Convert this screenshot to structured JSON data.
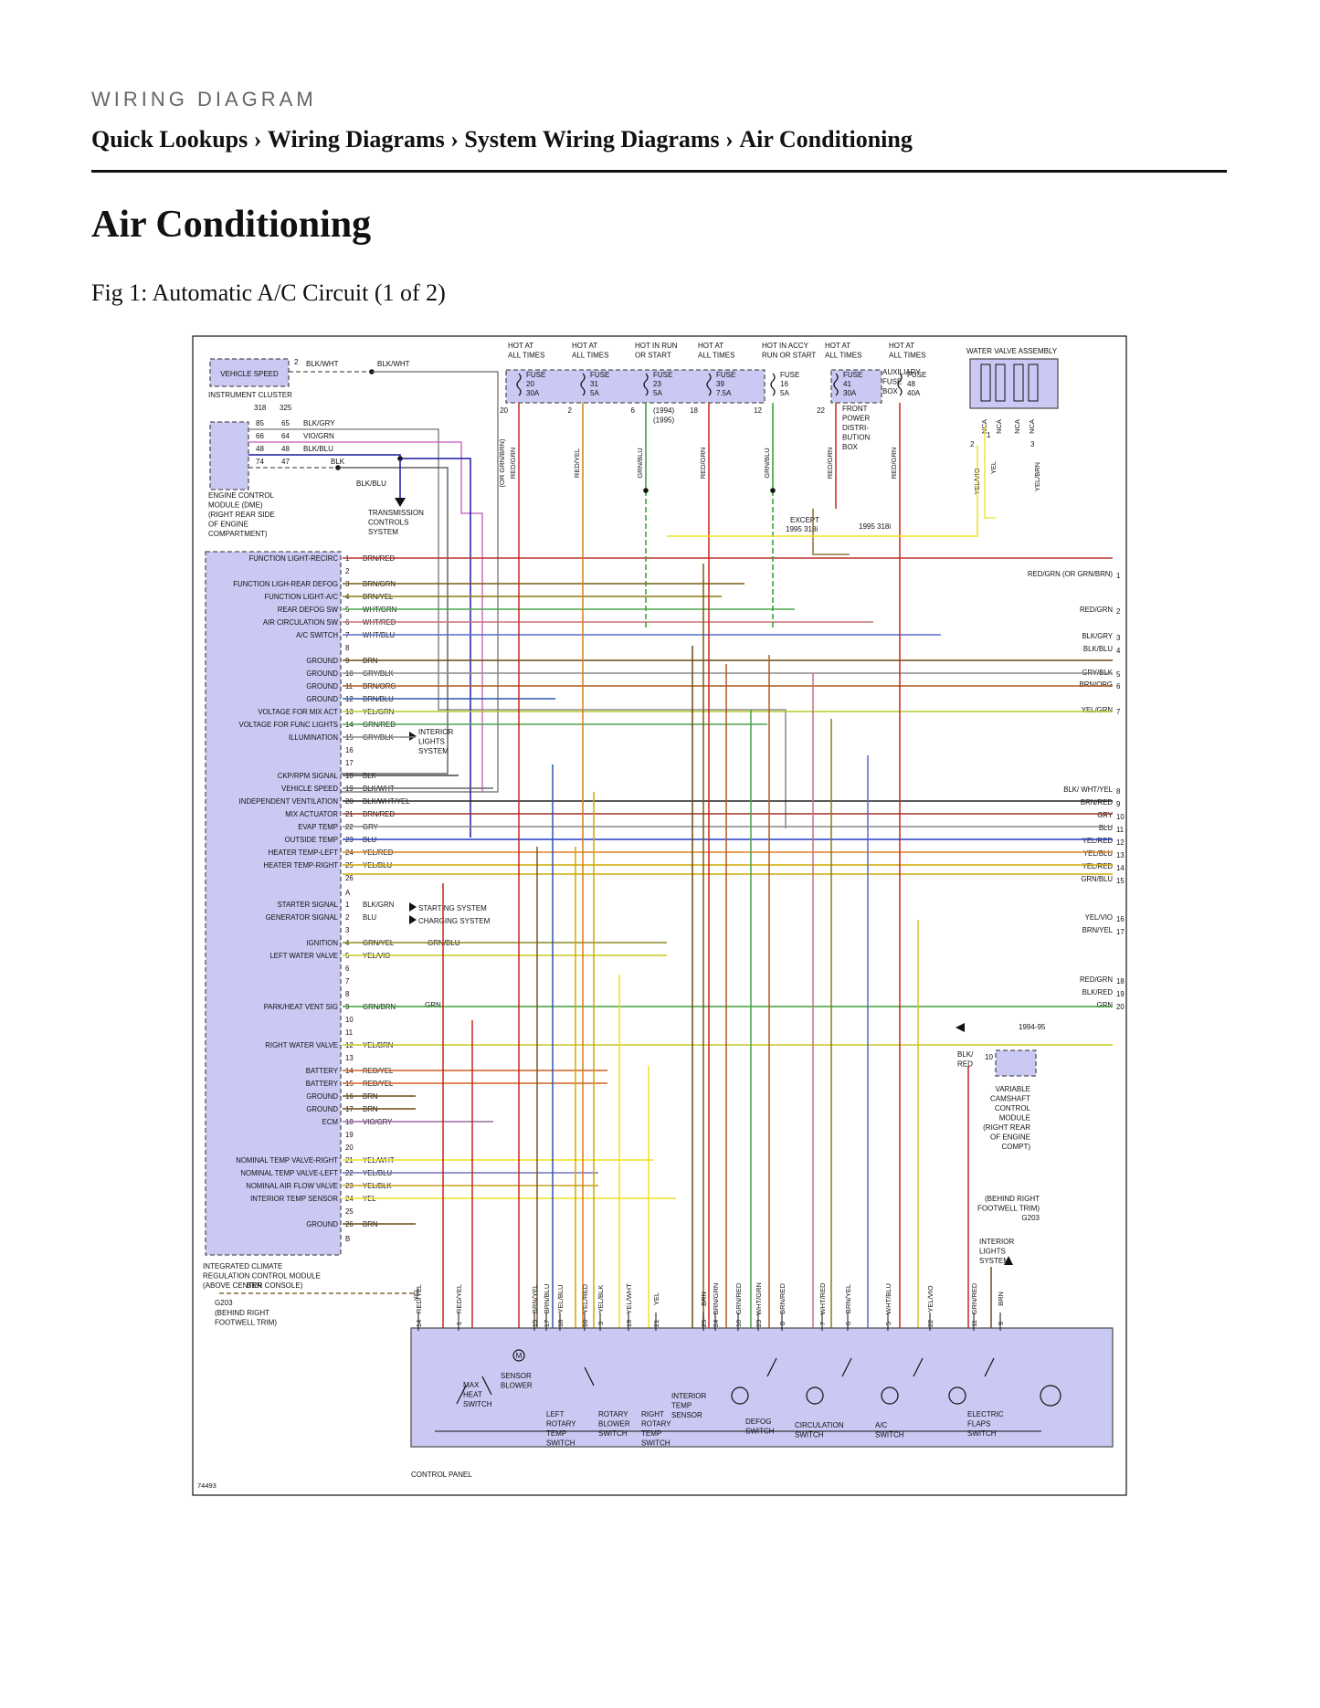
{
  "header": {
    "kicker": "WIRING DIAGRAM",
    "breadcrumb": [
      "Quick Lookups",
      "Wiring Diagrams",
      "System Wiring Diagrams",
      "Air Conditioning"
    ],
    "separator": " › "
  },
  "page_title": "Air Conditioning",
  "figure_caption": "Fig 1: Automatic A/C Circuit (1 of 2)",
  "diagram": {
    "figure_number": "74493",
    "top_labels": {
      "vehicle_speed": "VEHICLE SPEED",
      "instrument_cluster": "INSTRUMENT CLUSTER",
      "ecm_title": [
        "ENGINE CONTROL",
        "MODULE (DME)",
        "(RIGHT REAR SIDE",
        "OF ENGINE",
        "COMPARTMENT)"
      ],
      "tcs": [
        "TRANSMISSION",
        "CONTROLS",
        "SYSTEM"
      ],
      "water_valve": "WATER VALVE ASSEMBLY",
      "aux_fuse": [
        "AUXILIARY",
        "FUSE",
        "BOX"
      ],
      "front_power": [
        "FRONT",
        "POWER",
        "DISTRI-",
        "BUTION",
        "BOX"
      ],
      "except": "EXCEPT",
      "y1995a": "1995 318i",
      "y1995b": "1995 318i",
      "ecm_pins": [
        {
          "a": "85",
          "b": "65",
          "c": "BLK/GRY"
        },
        {
          "a": "66",
          "b": "64",
          "c": "VIO/GRN"
        },
        {
          "a": "48",
          "b": "48",
          "c": "BLK/BLU"
        },
        {
          "a": "74",
          "b": "47",
          "c": "BLK"
        }
      ],
      "cluster_pins": [
        "318",
        "325"
      ],
      "blk": "BLK",
      "blkblu": "BLK/BLU",
      "blkwht_a": "BLK/WHT",
      "blkwht_b": "BLK/WHT",
      "pin2": "2"
    },
    "fuses": [
      {
        "hot": [
          "HOT AT",
          "ALL TIMES"
        ],
        "num": "20",
        "amp": "30A",
        "pin": "20",
        "wire": "RED/GRN"
      },
      {
        "hot": [
          "HOT AT",
          "ALL TIMES"
        ],
        "num": "31",
        "amp": "5A",
        "pin": "2",
        "wire": "RED/YEL"
      },
      {
        "hot": [
          "HOT IN RUN",
          "OR START"
        ],
        "num": "23",
        "amp": "5A",
        "pin": "6",
        "wire": "GRN/BLU"
      },
      {
        "hot": [
          "HOT AT",
          "ALL TIMES"
        ],
        "num": "39",
        "amp": "7.5A",
        "pin": "18",
        "wire": "RED/GRN"
      },
      {
        "hot": [
          "HOT IN ACCY",
          "RUN OR START"
        ],
        "num": "16",
        "amp": "5A",
        "pin": "12",
        "wire": "GRN/BLU"
      },
      {
        "hot": [
          "HOT AT",
          "ALL TIMES"
        ],
        "num": "41",
        "amp": "30A",
        "pin": "22",
        "wire": "RED/GRN"
      },
      {
        "hot": [
          "HOT AT",
          "ALL TIMES"
        ],
        "num": "48",
        "amp": "40A",
        "pin": "",
        "wire": "RED/GRN"
      }
    ],
    "fuse_word": "FUSE",
    "fuse_sub": [
      "(1994)",
      "(1995)"
    ],
    "module": {
      "title": [
        "INTEGRATED CLIMATE",
        "REGULATION CONTROL MODULE",
        "(ABOVE CENTER CONSOLE)"
      ],
      "connector_a_rows": [
        {
          "pin": "1",
          "label": "FUNCTION LIGHT-RECIRC",
          "wire": "BRN/RED"
        },
        {
          "pin": "2",
          "label": "",
          "wire": ""
        },
        {
          "pin": "3",
          "label": "FUNCTION LIGH-REAR DEFOG",
          "wire": "BRN/GRN"
        },
        {
          "pin": "4",
          "label": "FUNCTION LIGHT-A/C",
          "wire": "BRN/YEL"
        },
        {
          "pin": "5",
          "label": "REAR DEFOG SW",
          "wire": "WHT/GRN"
        },
        {
          "pin": "6",
          "label": "AIR CIRCULATION SW",
          "wire": "WHT/RED"
        },
        {
          "pin": "7",
          "label": "A/C SWITCH",
          "wire": "WHT/BLU"
        },
        {
          "pin": "8",
          "label": "",
          "wire": ""
        },
        {
          "pin": "9",
          "label": "GROUND",
          "wire": "BRN"
        },
        {
          "pin": "10",
          "label": "GROUND",
          "wire": "GRY/BLK"
        },
        {
          "pin": "11",
          "label": "GROUND",
          "wire": "BRN/ORG"
        },
        {
          "pin": "12",
          "label": "GROUND",
          "wire": "BRN/BLU"
        },
        {
          "pin": "13",
          "label": "VOLTAGE FOR MIX ACT",
          "wire": "YEL/GRN"
        },
        {
          "pin": "14",
          "label": "VOLTAGE FOR FUNC LIGHTS",
          "wire": "GRN/RED"
        },
        {
          "pin": "15",
          "label": "ILLUMINATION",
          "wire": "GRY/BLK"
        },
        {
          "pin": "16",
          "label": "",
          "wire": ""
        },
        {
          "pin": "17",
          "label": "",
          "wire": ""
        },
        {
          "pin": "18",
          "label": "CKP/RPM SIGNAL",
          "wire": "BLK"
        },
        {
          "pin": "19",
          "label": "VEHICLE SPEED",
          "wire": "BLK/WHT"
        },
        {
          "pin": "20",
          "label": "INDEPENDENT VENTILATION",
          "wire": "BLK/WHT/YEL"
        },
        {
          "pin": "21",
          "label": "MIX ACTUATOR",
          "wire": "BRN/RED"
        },
        {
          "pin": "22",
          "label": "EVAP TEMP",
          "wire": "GRY"
        },
        {
          "pin": "23",
          "label": "OUTSIDE TEMP",
          "wire": "BLU"
        },
        {
          "pin": "24",
          "label": "HEATER TEMP-LEFT",
          "wire": "YEL/RED"
        },
        {
          "pin": "25",
          "label": "HEATER TEMP-RIGHT",
          "wire": "YEL/BLU"
        },
        {
          "pin": "26",
          "label": "",
          "wire": ""
        }
      ],
      "connector_a": "A",
      "connector_b": "B",
      "connector_b_rows": [
        {
          "pin": "1",
          "label": "STARTER SIGNAL",
          "wire": "BLK/GRN"
        },
        {
          "pin": "2",
          "label": "GENERATOR SIGNAL",
          "wire": "BLU"
        },
        {
          "pin": "3",
          "label": "",
          "wire": ""
        },
        {
          "pin": "4",
          "label": "IGNITION",
          "wire": "GRN/YEL"
        },
        {
          "pin": "5",
          "label": "LEFT WATER VALVE",
          "wire": "YEL/VIO"
        },
        {
          "pin": "6",
          "label": "",
          "wire": ""
        },
        {
          "pin": "7",
          "label": "",
          "wire": ""
        },
        {
          "pin": "8",
          "label": "",
          "wire": ""
        },
        {
          "pin": "9",
          "label": "PARK/HEAT VENT SIG",
          "wire": "GRN/BRN"
        },
        {
          "pin": "10",
          "label": "",
          "wire": ""
        },
        {
          "pin": "11",
          "label": "",
          "wire": ""
        },
        {
          "pin": "12",
          "label": "RIGHT WATER VALVE",
          "wire": "YEL/BRN"
        },
        {
          "pin": "13",
          "label": "",
          "wire": ""
        },
        {
          "pin": "14",
          "label": "BATTERY",
          "wire": "RED/YEL"
        },
        {
          "pin": "15",
          "label": "BATTERY",
          "wire": "RED/YEL"
        },
        {
          "pin": "16",
          "label": "GROUND",
          "wire": "BRN"
        },
        {
          "pin": "17",
          "label": "GROUND",
          "wire": "BRN"
        },
        {
          "pin": "18",
          "label": "ECM",
          "wire": "VIO/GRY"
        },
        {
          "pin": "19",
          "label": "",
          "wire": ""
        },
        {
          "pin": "20",
          "label": "",
          "wire": ""
        },
        {
          "pin": "21",
          "label": "NOMINAL TEMP VALVE-RIGHT",
          "wire": "YEL/WHT"
        },
        {
          "pin": "22",
          "label": "NOMINAL TEMP VALVE-LEFT",
          "wire": "YEL/BLU"
        },
        {
          "pin": "23",
          "label": "NOMINAL AIR FLOW VALVE",
          "wire": "YEL/BLK"
        },
        {
          "pin": "24",
          "label": "INTERIOR TEMP SENSOR",
          "wire": "YEL"
        },
        {
          "pin": "25",
          "label": "",
          "wire": ""
        },
        {
          "pin": "26",
          "label": "GROUND",
          "wire": "BRN"
        }
      ],
      "interior_lights": [
        "INTERIOR",
        "LIGHTS",
        "SYSTEM"
      ],
      "starting_system": "STARTING SYSTEM",
      "charging_system": "CHARGING SYSTEM",
      "grnblu": "GRN/BLU",
      "grn": "GRN"
    },
    "right_side": [
      {
        "wire": "RED/GRN (OR GRN/BRN)",
        "pin": "1"
      },
      {
        "wire": "RED/GRN",
        "pin": "2"
      },
      {
        "wire": "BLK/GRY",
        "pin": "3"
      },
      {
        "wire": "BLK/BLU",
        "pin": "4"
      },
      {
        "wire": "GRY/BLK",
        "pin": "5"
      },
      {
        "wire": "BRN/ORG",
        "pin": "6"
      },
      {
        "wire": "YEL/GRN",
        "pin": "7"
      },
      {
        "wire": "BLK/ WHT/YEL",
        "pin": "8"
      },
      {
        "wire": "BRN/RED",
        "pin": "9"
      },
      {
        "wire": "GRY",
        "pin": "10"
      },
      {
        "wire": "BLU",
        "pin": "11"
      },
      {
        "wire": "YEL/RED",
        "pin": "12"
      },
      {
        "wire": "YEL/BLU",
        "pin": "13"
      },
      {
        "wire": "YEL/RED",
        "pin": "14"
      },
      {
        "wire": "GRN/BLU",
        "pin": "15"
      },
      {
        "wire": "YEL/VIO",
        "pin": "16"
      },
      {
        "wire": "BRN/YEL",
        "pin": "17"
      },
      {
        "wire": "RED/GRN",
        "pin": "18"
      },
      {
        "wire": "BLK/RED",
        "pin": "19"
      },
      {
        "wire": "GRN",
        "pin": "20"
      }
    ],
    "water_valve_pins": [
      "NCA",
      "NCA",
      "NCA",
      "NCA"
    ],
    "water_valve_wires": [
      "YEL/VIO",
      "YEL",
      "YEL/BRN"
    ],
    "wv_pin_nums": [
      "2",
      "1",
      "3"
    ],
    "y1994_95": "1994-95",
    "blkred": [
      "BLK/",
      "RED"
    ],
    "vcm_pin": "10",
    "vcm": [
      "VARIABLE",
      "CAMSHAFT",
      "CONTROL",
      "MODULE",
      "(RIGHT REAR",
      "OF ENGINE",
      "COMPT)"
    ],
    "behind_right_top": [
      "(BEHIND RIGHT",
      "FOOTWELL TRIM)",
      "G203"
    ],
    "interior_lights_right": [
      "INTERIOR",
      "LIGHTS",
      "SYSTEM"
    ],
    "ground_left": {
      "wire": "BRN",
      "name": "G203",
      "loc": [
        "(BEHIND RIGHT",
        "FOOTWELL TRIM)"
      ]
    },
    "yel_small": "YEL",
    "control_panel": {
      "title": "CONTROL PANEL",
      "bottom_wires": [
        {
          "wire": "RED/YEL",
          "pin": "14"
        },
        {
          "wire": "RED/YEL",
          "pin": "1"
        },
        {
          "wire": "BRN/YEL",
          "pin": "15"
        },
        {
          "wire": "BRN/BLU",
          "pin": "17"
        },
        {
          "wire": "YEL/BLU",
          "pin": "18"
        },
        {
          "wire": "YEL/RED",
          "pin": "16"
        },
        {
          "wire": "YEL/BLK",
          "pin": "3"
        },
        {
          "wire": "YEL/WHT",
          "pin": "19"
        },
        {
          "wire": "YEL",
          "pin": "21"
        },
        {
          "wire": "BRN",
          "pin": "25"
        },
        {
          "wire": "BRN/GRN",
          "pin": "24"
        },
        {
          "wire": "GRN/RED",
          "pin": "10"
        },
        {
          "wire": "WHT/GRN",
          "pin": "23"
        },
        {
          "wire": "BRN/RED",
          "pin": "8"
        },
        {
          "wire": "WHT/RED",
          "pin": "7"
        },
        {
          "wire": "BRN/YEL",
          "pin": "6"
        },
        {
          "wire": "WHT/BLU",
          "pin": "5"
        },
        {
          "wire": "YEL/VIO",
          "pin": "22"
        },
        {
          "wire": "GRN/RED",
          "pin": "11"
        },
        {
          "wire": "BRN",
          "pin": "9"
        }
      ],
      "components": {
        "max_heat": [
          "MAX",
          "HEAT",
          "SWITCH"
        ],
        "sensor_blower": [
          "SENSOR",
          "BLOWER"
        ],
        "left_rotary": [
          "LEFT",
          "ROTARY",
          "TEMP",
          "SWITCH"
        ],
        "rotary_blower": [
          "ROTARY",
          "BLOWER",
          "SWITCH"
        ],
        "right_rotary": [
          "RIGHT",
          "ROTARY",
          "TEMP",
          "SWITCH"
        ],
        "interior_temp": [
          "INTERIOR",
          "TEMP",
          "SENSOR"
        ],
        "defog": [
          "DEFOG",
          "SWITCH"
        ],
        "circulation": [
          "CIRCULATION",
          "SWITCH"
        ],
        "ac": [
          "A/C",
          "SWITCH"
        ],
        "electric_flaps": [
          "ELECTRIC",
          "FLAPS",
          "SWITCH"
        ],
        "motor": "M"
      }
    }
  }
}
